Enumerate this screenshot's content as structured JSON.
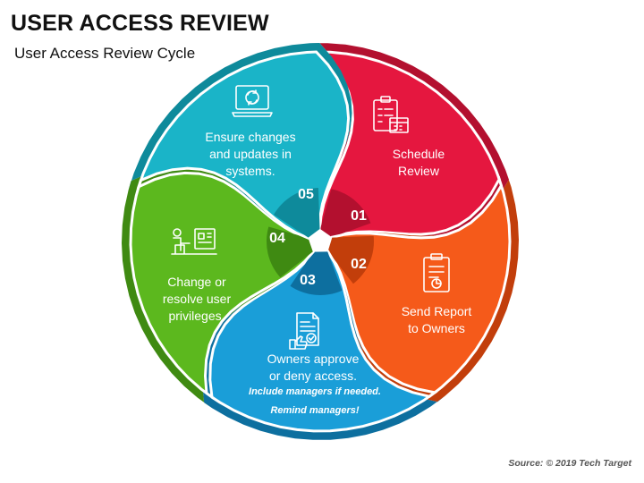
{
  "page": {
    "title": "USER ACCESS REVIEW",
    "subtitle": "User Access Review Cycle",
    "source": "Source: © 2019 Tech Target"
  },
  "steps": [
    {
      "number": "01",
      "text": "Schedule\nReview",
      "color": "#e5173f",
      "inner_color": "#b3102f",
      "icon": "clipboard-calendar-icon"
    },
    {
      "number": "02",
      "text": "Send Report\nto Owners",
      "color": "#f55a1a",
      "inner_color": "#c23e0b",
      "icon": "report-document-icon"
    },
    {
      "number": "03",
      "text": "Owners approve\nor deny access.",
      "note": [
        "Include managers if needed.",
        "Remind managers!"
      ],
      "color": "#1a9ed8",
      "inner_color": "#0d6f9f",
      "icon": "approval-document-icon"
    },
    {
      "number": "04",
      "text": "Change or\nresolve user\nprivileges.",
      "color": "#5cb81e",
      "inner_color": "#3f8a12",
      "icon": "user-at-desk-icon"
    },
    {
      "number": "05",
      "text": "Ensure changes\nand updates in\nsystems.",
      "color": "#1ab4c8",
      "inner_color": "#0e8a9b",
      "icon": "laptop-update-icon"
    }
  ]
}
